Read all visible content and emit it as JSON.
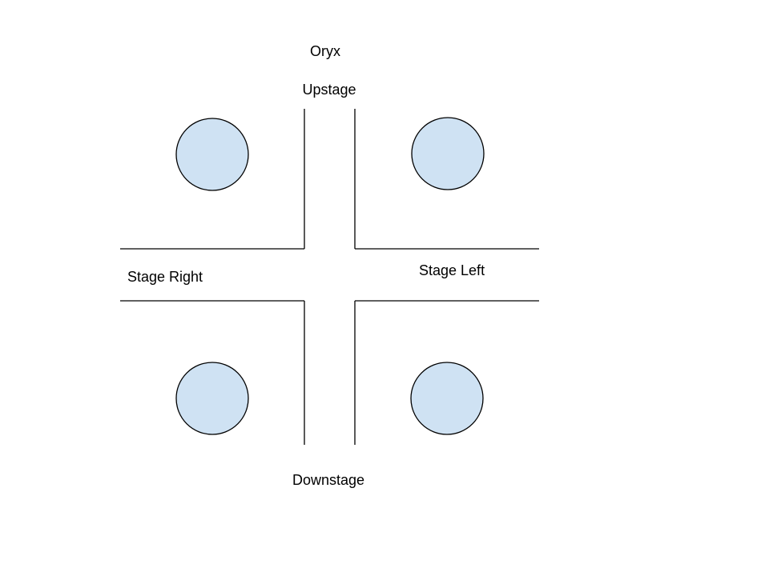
{
  "diagram": {
    "title": "Oryx",
    "labels": {
      "top": "Upstage",
      "bottom": "Downstage",
      "left": "Stage Right",
      "right": "Stage Left"
    },
    "colors": {
      "circle_fill": "#cfe2f3",
      "stroke": "#000000",
      "background": "#ffffff"
    }
  }
}
